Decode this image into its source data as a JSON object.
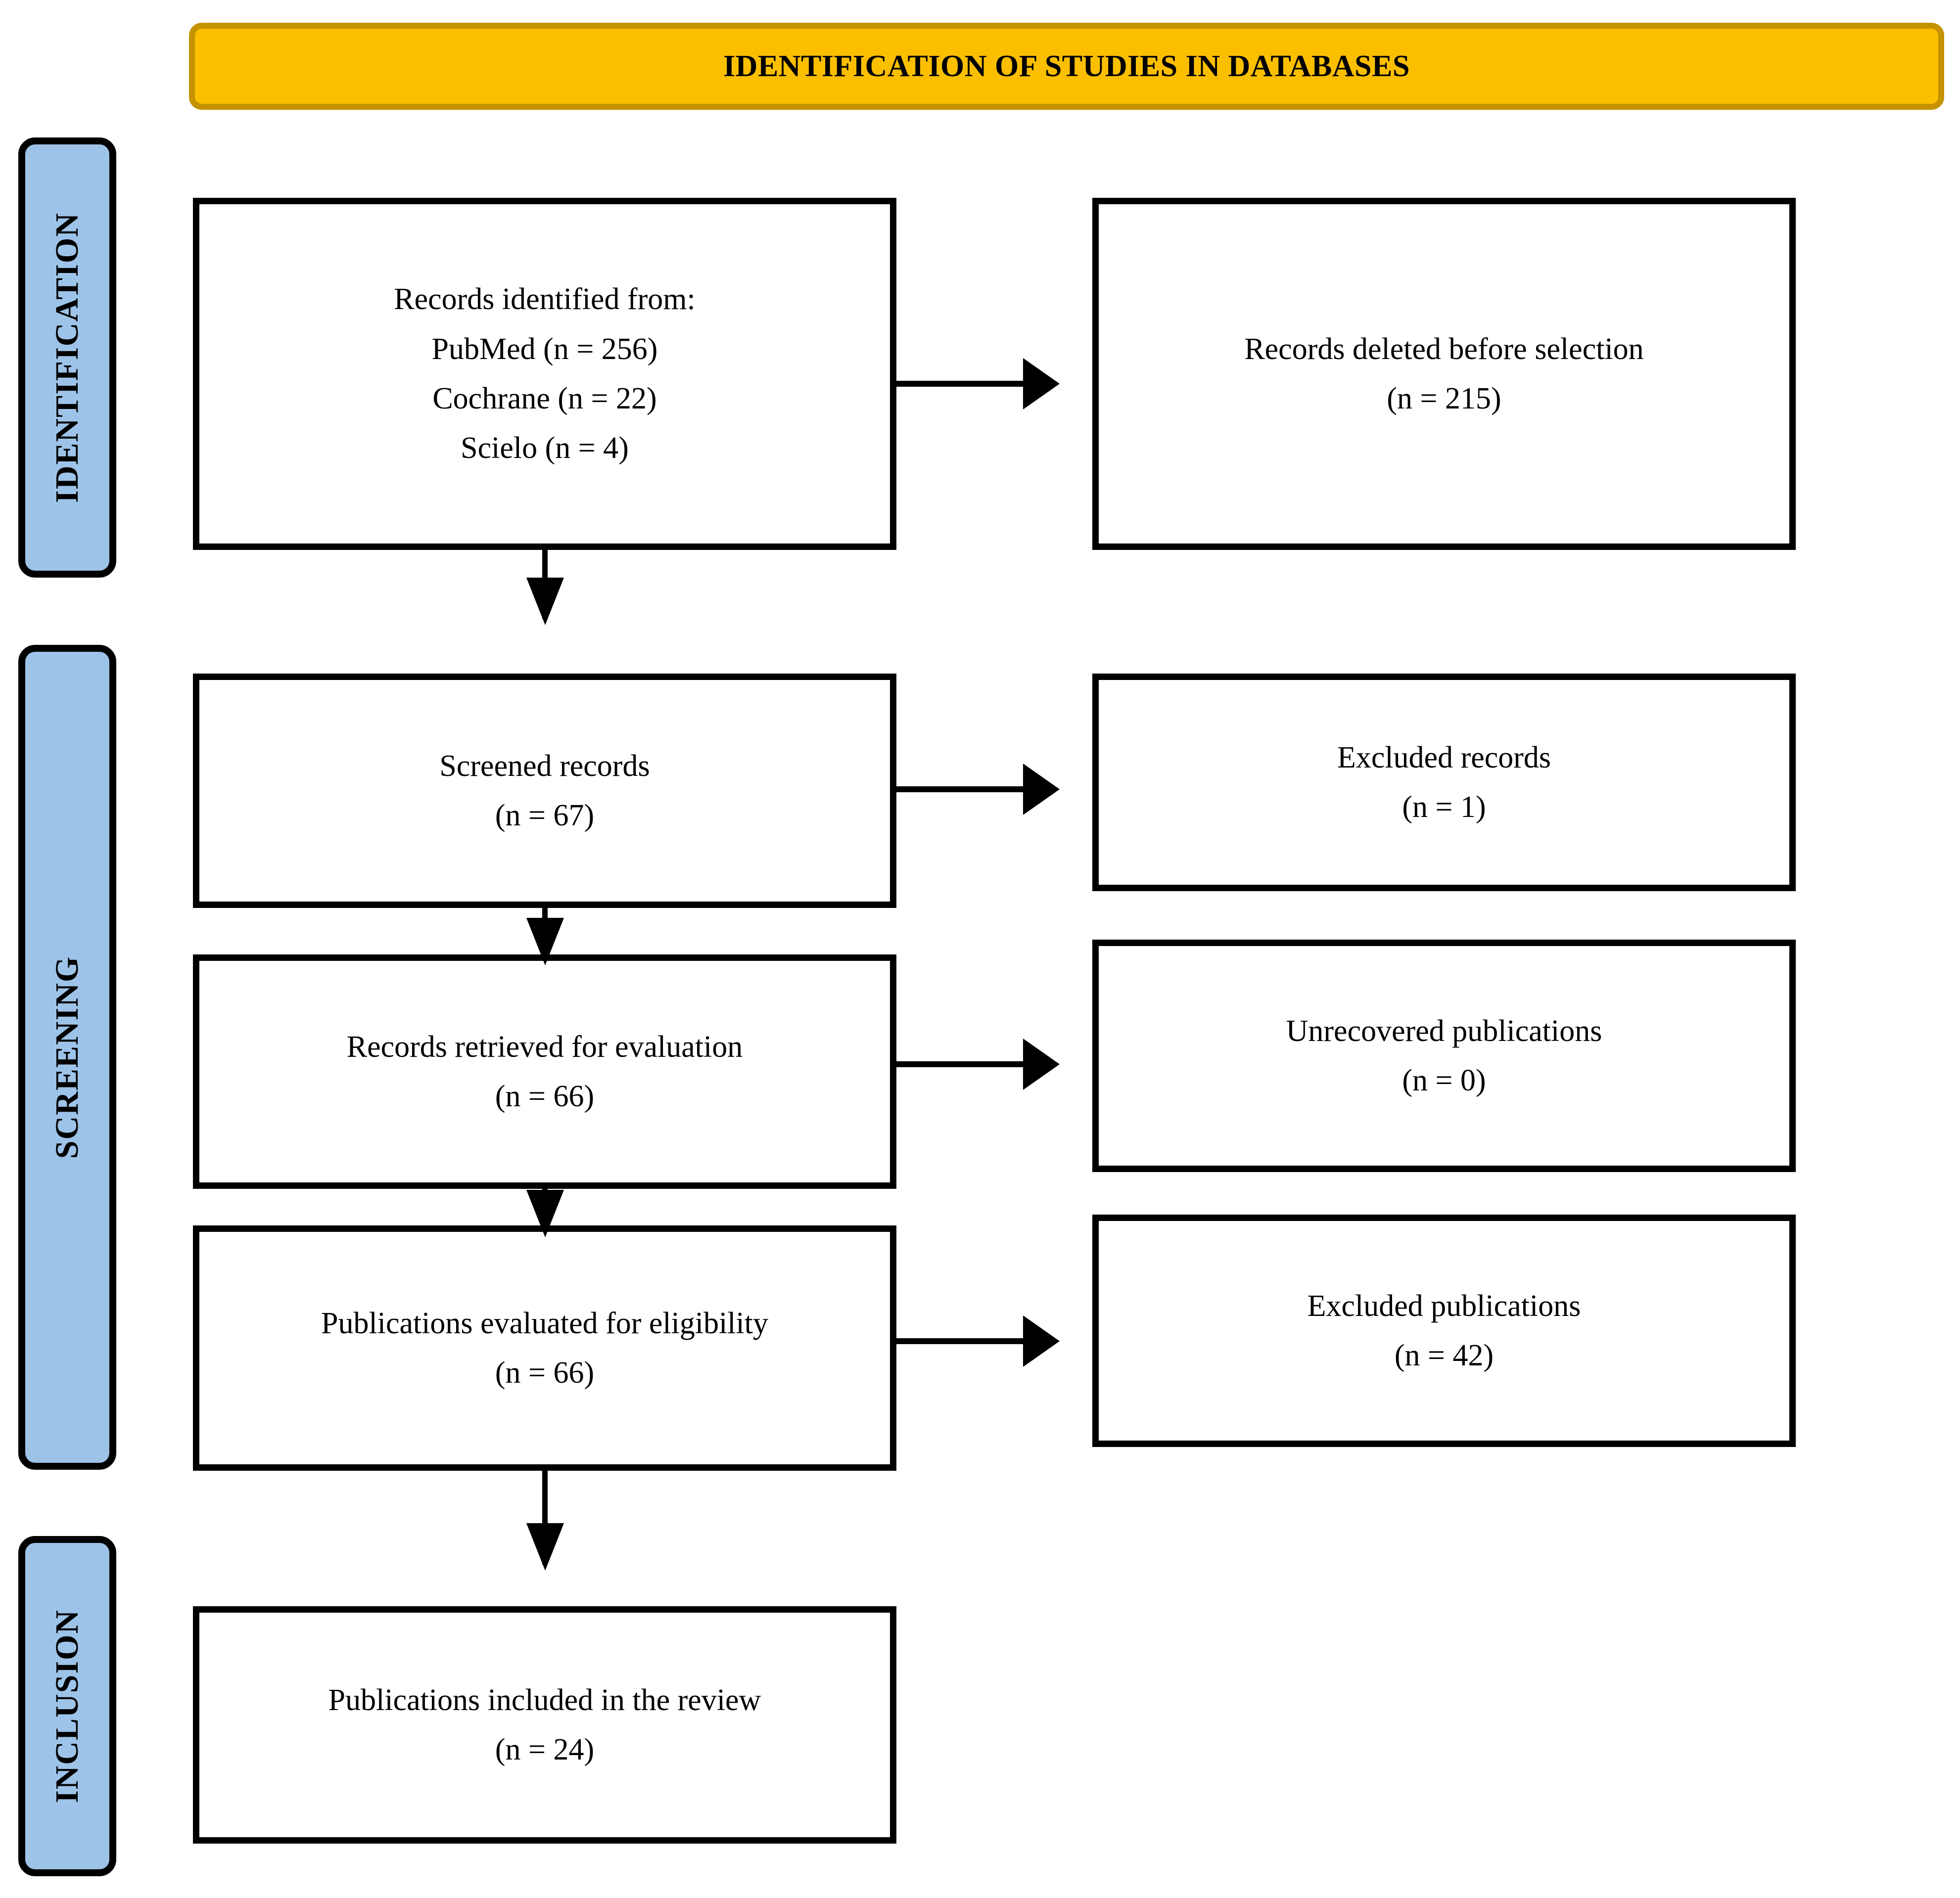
{
  "diagram": {
    "type": "prisma-flow-diagram",
    "banner": {
      "title": "IDENTIFICATION OF STUDIES IN DATABASES",
      "fill_color": "#FBBF00",
      "border_color": "#C59200"
    },
    "stages": [
      {
        "id": "identification",
        "label": "IDENTIFICATION",
        "fill_color": "#9DC3E8"
      },
      {
        "id": "screening",
        "label": "SCREENING",
        "fill_color": "#9DC3E8"
      },
      {
        "id": "inclusion",
        "label": "INCLUSION",
        "fill_color": "#9DC3E8"
      }
    ],
    "boxes": {
      "identified": {
        "line1": "Records identified from:",
        "line2": "PubMed (n = 256)",
        "line3": "Cochrane (n = 22)",
        "line4": "Scielo (n = 4)"
      },
      "deleted": {
        "line1": "Records deleted before selection",
        "line2": "(n = 215)"
      },
      "screened": {
        "line1": "Screened records",
        "line2": "(n = 67)"
      },
      "excluded_records": {
        "line1": "Excluded records",
        "line2": "(n = 1)"
      },
      "retrieved": {
        "line1": "Records retrieved for evaluation",
        "line2": "(n = 66)"
      },
      "unrecovered": {
        "line1": "Unrecovered publications",
        "line2": "(n = 0)"
      },
      "eligibility": {
        "line1": "Publications evaluated for eligibility",
        "line2": "(n = 66)"
      },
      "excluded_publications": {
        "line1": "Excluded publications",
        "line2": "(n = 42)"
      },
      "included": {
        "line1": "Publications included in the review",
        "line2": "(n = 24)"
      }
    },
    "counts": {
      "pubmed": 256,
      "cochrane": 22,
      "scielo": 4,
      "deleted_before_selection": 215,
      "screened": 67,
      "excluded_records": 1,
      "retrieved": 66,
      "unrecovered": 0,
      "eligibility": 66,
      "excluded_publications": 42,
      "included": 24
    }
  }
}
